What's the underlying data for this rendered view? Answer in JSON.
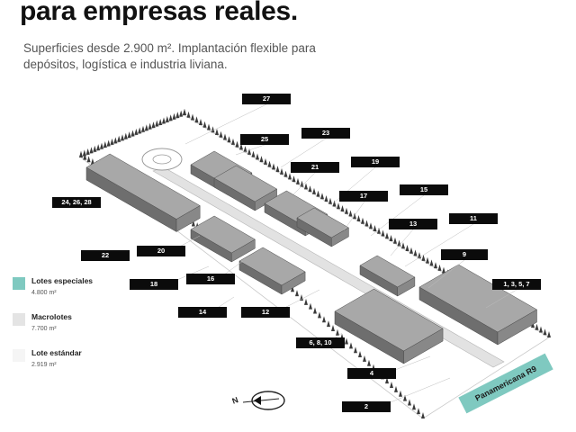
{
  "header": {
    "title": "para empresas reales.",
    "subtitle_line1": "Superficies desde 2.900 m². Implantación flexible para",
    "subtitle_line2": "depósitos, logística e industria liviana."
  },
  "lots": [
    {
      "id": "lot-27",
      "label": "27"
    },
    {
      "id": "lot-25",
      "label": "25"
    },
    {
      "id": "lot-23",
      "label": "23"
    },
    {
      "id": "lot-21",
      "label": "21"
    },
    {
      "id": "lot-19",
      "label": "19"
    },
    {
      "id": "lot-24-26-28",
      "label": "24, 26, 28"
    },
    {
      "id": "lot-17",
      "label": "17"
    },
    {
      "id": "lot-15",
      "label": "15"
    },
    {
      "id": "lot-13",
      "label": "13"
    },
    {
      "id": "lot-11",
      "label": "11"
    },
    {
      "id": "lot-22",
      "label": "22"
    },
    {
      "id": "lot-20",
      "label": "20"
    },
    {
      "id": "lot-9",
      "label": "9"
    },
    {
      "id": "lot-18",
      "label": "18"
    },
    {
      "id": "lot-16",
      "label": "16"
    },
    {
      "id": "lot-1-3-5-7",
      "label": "1, 3, 5, 7"
    },
    {
      "id": "lot-14",
      "label": "14"
    },
    {
      "id": "lot-12",
      "label": "12"
    },
    {
      "id": "lot-6-8-10",
      "label": "6, 8, 10"
    },
    {
      "id": "lot-4",
      "label": "4"
    },
    {
      "id": "lot-2",
      "label": "2"
    }
  ],
  "legend": [
    {
      "name": "Lotes especiales",
      "area": "4.800 m²",
      "color": "#7fc9c0"
    },
    {
      "name": "Macrolotes",
      "area": "7.700 m²",
      "color": "#e4e4e4"
    },
    {
      "name": "Lote estándar",
      "area": "2.919 m²",
      "color": "#f5f5f5"
    }
  ],
  "road": {
    "label": "Panamericana R9",
    "color": "#7fc9c0"
  },
  "compass": {
    "label": "N"
  },
  "colors": {
    "building_top": "#a8a8a8",
    "building_front": "#6e6e6e",
    "building_side": "#888888",
    "trees": "#3a3a3a"
  }
}
